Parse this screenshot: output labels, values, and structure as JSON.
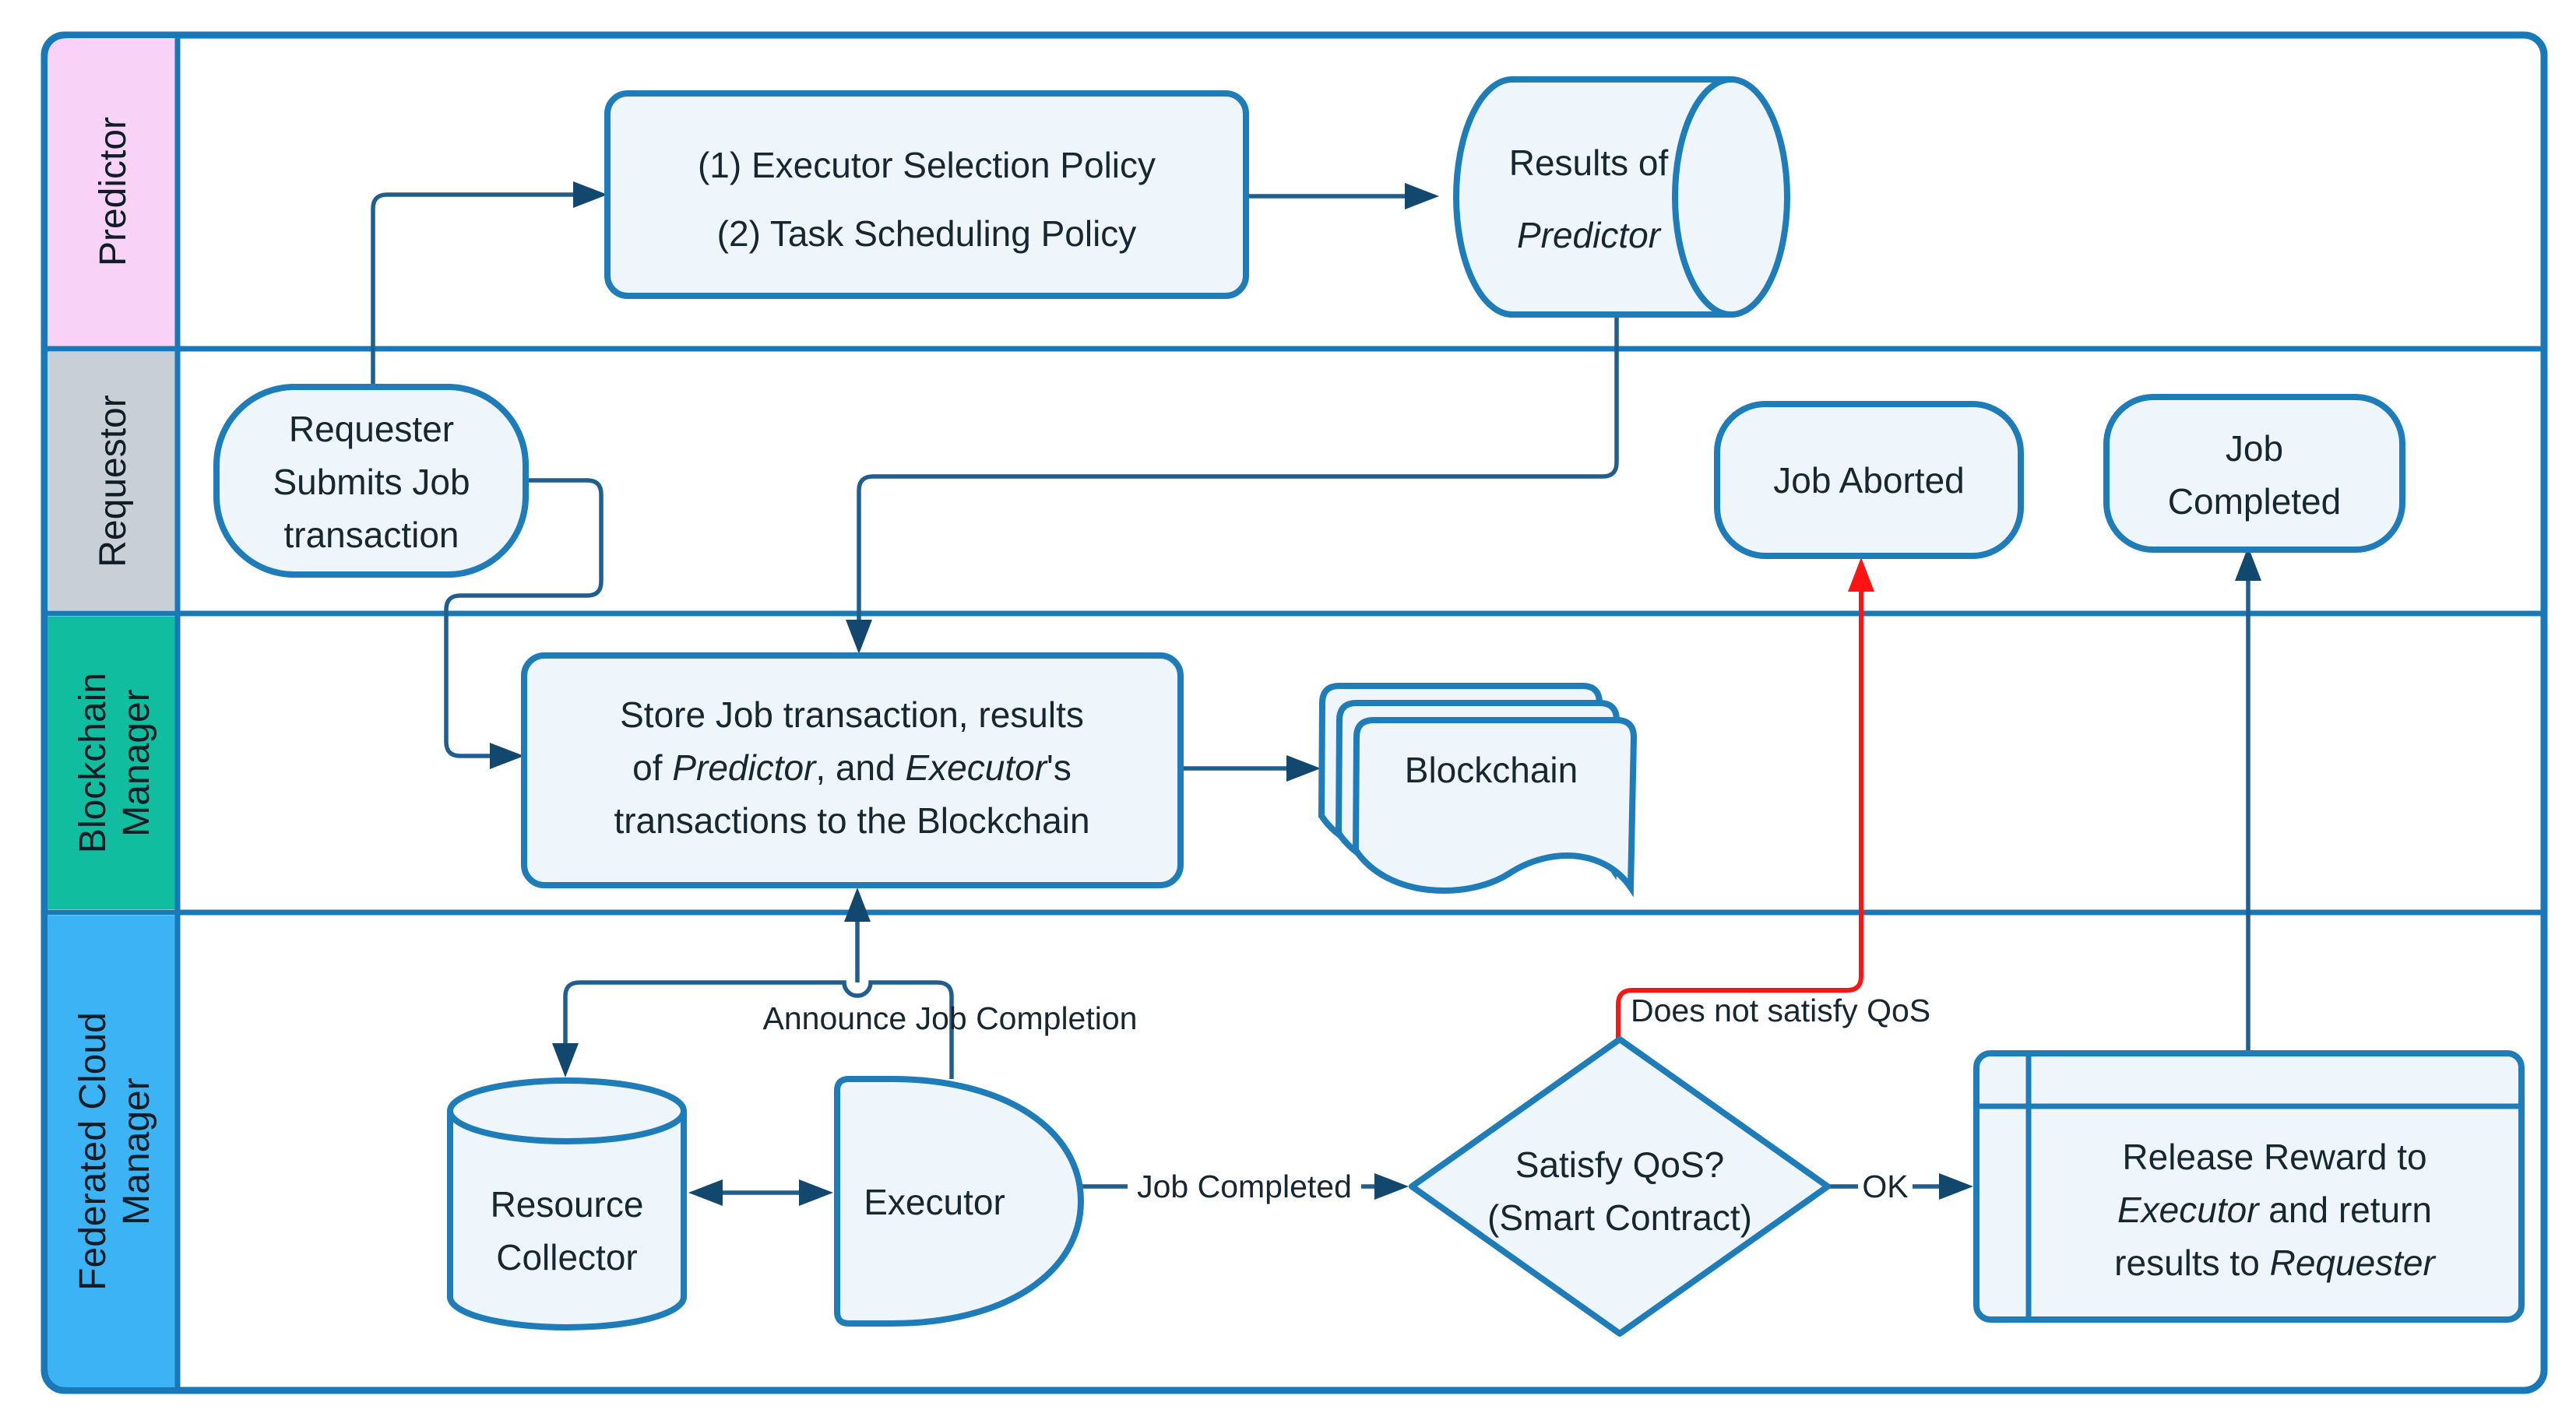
{
  "lanes": [
    {
      "label": "Predictor",
      "color": "#f8d2f7"
    },
    {
      "label": "Requestor",
      "color": "#c9cfd6"
    },
    {
      "line1": "Blockchain",
      "line2": "Manager",
      "color": "#10bd9e"
    },
    {
      "line1": "Federated Cloud",
      "line2": "Manager",
      "color": "#3bb3f4"
    }
  ],
  "nodes": {
    "policy": {
      "line1": "(1) Executor Selection Policy",
      "line2": "(2) Task Scheduling Policy"
    },
    "results": {
      "line1": "Results of",
      "line2": "Predictor"
    },
    "requester": {
      "line1": "Requester",
      "line2": "Submits Job",
      "line3": "transaction"
    },
    "job_aborted": {
      "label": "Job Aborted"
    },
    "job_completed": {
      "line1": "Job",
      "line2": "Completed"
    },
    "store": {
      "line1": "Store Job transaction, results",
      "l2s1": "of ",
      "l2s2": "Predictor",
      "l2s3": ", and ",
      "l2s4": "Executor",
      "l2s5": "'s",
      "line3": "transactions to the Blockchain"
    },
    "blockchain": {
      "label": "Blockchain"
    },
    "resource": {
      "line1": "Resource",
      "line2": "Collector"
    },
    "executor": {
      "label": "Executor"
    },
    "qos": {
      "line1": "Satisfy QoS?",
      "line2": "(Smart Contract)"
    },
    "release": {
      "line1": "Release Reward to",
      "l2s1": "Executor",
      "l2s2": " and return",
      "l3s1": "results to ",
      "l3s2": "Requester"
    }
  },
  "edges": {
    "announce": "Announce Job Completion",
    "job_completed": "Job Completed",
    "ok": "OK",
    "not_satisfy": "Does not satisfy QoS"
  },
  "colors": {
    "shape_border": "#1e7db8",
    "shape_fill": "#eef6fb",
    "connector": "#1f5f8f",
    "arrowhead": "#12486e",
    "error_red": "#ff1414",
    "lane_predictor": "#f8d2f7",
    "lane_requestor": "#c9cfd6",
    "lane_blockchain": "#10bd9e",
    "lane_federated": "#3bb3f4",
    "text": "#17262f"
  }
}
